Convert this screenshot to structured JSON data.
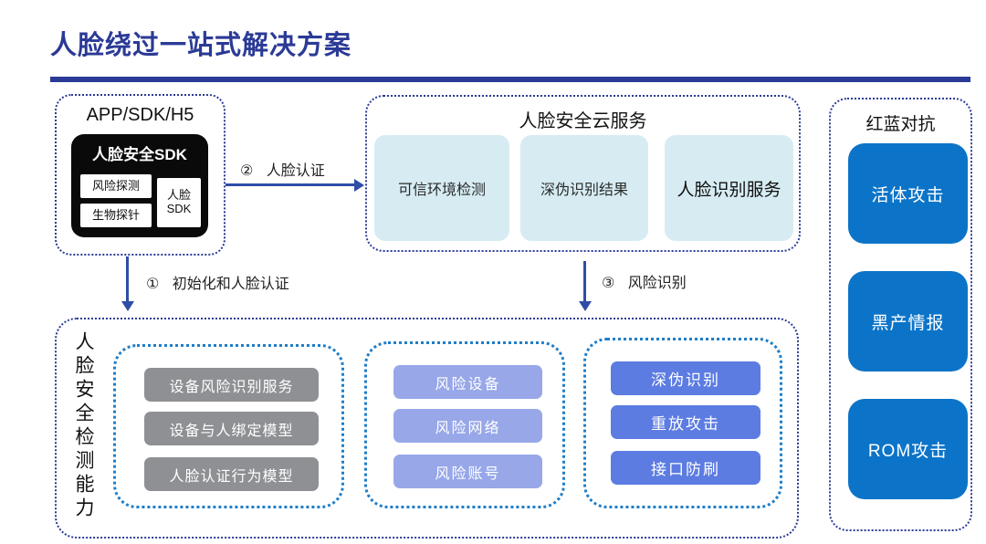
{
  "title": "人脸绕过一站式解决方案",
  "colors": {
    "title_navy": "#2b3a96",
    "outer_border_navy": "#2b3a96",
    "inner_border_blue": "#1e7ec8",
    "arrow_blue": "#2e4da6",
    "cloud_item_bg": "#d6ecf2",
    "gray_item_bg": "#8e9094",
    "periwinkle_item_bg": "#97a7e8",
    "violet_item_bg": "#5c7ce2",
    "solid_blue_bg": "#0c74c8",
    "sdk_box_bg": "#0a0a0a"
  },
  "app_box": {
    "title": "APP/SDK/H5",
    "sdk": {
      "title": "人脸安全SDK",
      "left_items": [
        "风险探测",
        "生物探针"
      ],
      "right_item": "人脸SDK"
    }
  },
  "cloud_box": {
    "title": "人脸安全云服务",
    "items": [
      "可信环境检测",
      "深伪识别结果",
      "人脸识别服务"
    ]
  },
  "flows": {
    "face_auth": "② 人脸认证",
    "init_auth": "① 初始化和人脸认证",
    "risk_id": "③ 风险识别"
  },
  "detection_box": {
    "side_label": "人脸安全检测能力",
    "groups": [
      {
        "items": [
          "设备风险识别服务",
          "设备与人绑定模型",
          "人脸认证行为模型"
        ]
      },
      {
        "items": [
          "风险设备",
          "风险网络",
          "风险账号"
        ]
      },
      {
        "items": [
          "深伪识别",
          "重放攻击",
          "接口防刷"
        ]
      }
    ]
  },
  "redblue_box": {
    "title": "红蓝对抗",
    "items": [
      "活体攻击",
      "黑产情报",
      "ROM攻击"
    ]
  }
}
